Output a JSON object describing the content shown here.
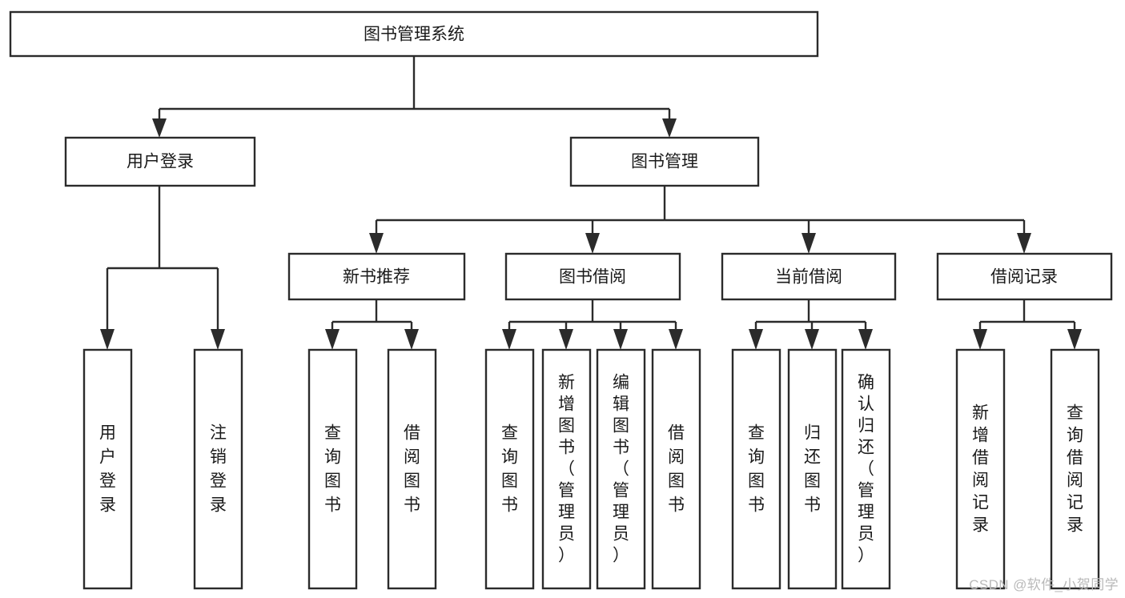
{
  "diagram": {
    "title": "图书管理系统",
    "type": "tree",
    "watermark": "CSDN @软件_小贺同学",
    "nodes": {
      "root": {
        "label": "图书管理系统",
        "level": 0
      },
      "user_login": {
        "label": "用户登录",
        "level": 1
      },
      "book_mgmt": {
        "label": "图书管理",
        "level": 1
      },
      "new_book_rec": {
        "label": "新书推荐",
        "level": 2
      },
      "book_borrow": {
        "label": "图书借阅",
        "level": 2
      },
      "current_borrow": {
        "label": "当前借阅",
        "level": 2
      },
      "borrow_record": {
        "label": "借阅记录",
        "level": 2
      },
      "leaf_user_login": {
        "label": "用户登录",
        "level": 3
      },
      "leaf_logout": {
        "label": "注销登录",
        "level": 3
      },
      "leaf_query_book_1": {
        "label": "查询图书",
        "level": 3
      },
      "leaf_borrow_book_1": {
        "label": "借阅图书",
        "level": 3
      },
      "leaf_query_book_2": {
        "label": "查询图书",
        "level": 3
      },
      "leaf_add_book": {
        "label": "新增图书（管理员）",
        "level": 3
      },
      "leaf_edit_book": {
        "label": "编辑图书（管理员）",
        "level": 3
      },
      "leaf_borrow_book_2": {
        "label": "借阅图书",
        "level": 3
      },
      "leaf_query_book_3": {
        "label": "查询图书",
        "level": 3
      },
      "leaf_return_book": {
        "label": "归还图书",
        "level": 3
      },
      "leaf_confirm_return": {
        "label": "确认归还（管理员）",
        "level": 3
      },
      "leaf_add_record": {
        "label": "新增借阅记录",
        "level": 3
      },
      "leaf_query_record": {
        "label": "查询借阅记录",
        "level": 3
      }
    },
    "edges": [
      {
        "from": "root",
        "to": "user_login"
      },
      {
        "from": "root",
        "to": "book_mgmt"
      },
      {
        "from": "user_login",
        "to": "leaf_user_login"
      },
      {
        "from": "user_login",
        "to": "leaf_logout"
      },
      {
        "from": "book_mgmt",
        "to": "new_book_rec"
      },
      {
        "from": "book_mgmt",
        "to": "book_borrow"
      },
      {
        "from": "book_mgmt",
        "to": "current_borrow"
      },
      {
        "from": "book_mgmt",
        "to": "borrow_record"
      },
      {
        "from": "new_book_rec",
        "to": "leaf_query_book_1"
      },
      {
        "from": "new_book_rec",
        "to": "leaf_borrow_book_1"
      },
      {
        "from": "book_borrow",
        "to": "leaf_query_book_2"
      },
      {
        "from": "book_borrow",
        "to": "leaf_add_book"
      },
      {
        "from": "book_borrow",
        "to": "leaf_edit_book"
      },
      {
        "from": "book_borrow",
        "to": "leaf_borrow_book_2"
      },
      {
        "from": "current_borrow",
        "to": "leaf_query_book_3"
      },
      {
        "from": "current_borrow",
        "to": "leaf_return_book"
      },
      {
        "from": "current_borrow",
        "to": "leaf_confirm_return"
      },
      {
        "from": "borrow_record",
        "to": "leaf_add_record"
      },
      {
        "from": "borrow_record",
        "to": "leaf_query_record"
      }
    ],
    "colors": {
      "stroke": "#2b2b2b",
      "fill": "#ffffff",
      "text": "#1a1a1a",
      "watermark": "#b9b9b9"
    }
  }
}
